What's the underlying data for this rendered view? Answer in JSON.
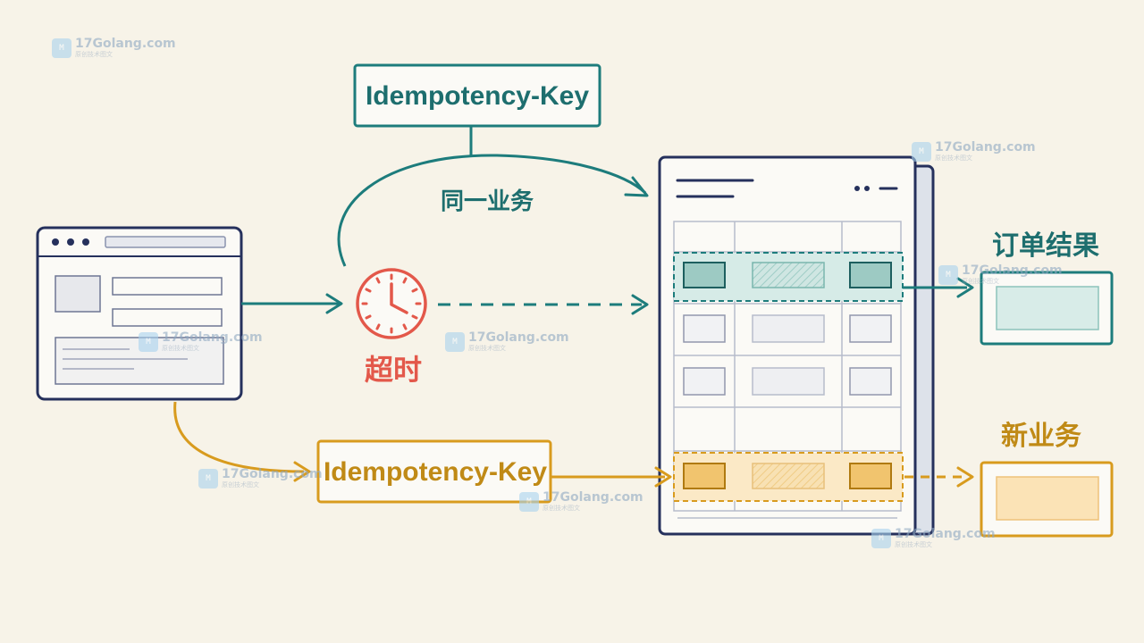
{
  "diagram": {
    "top_key_label": "Idempotency-Key",
    "same_business_label": "同一业务",
    "timeout_label": "超时",
    "order_result_label": "订单结果",
    "new_business_label": "新业务",
    "bottom_key_label": "Idempotency-Key",
    "watermark": {
      "site": "17Golang.com",
      "sub": "原创技术图文"
    }
  },
  "colors": {
    "background": "#f7f3e8",
    "navy": "#25305c",
    "teal": "#1d7c7c",
    "amber": "#d89b1e",
    "red": "#e3584a",
    "watermark_blue": "#a9d3ee"
  }
}
